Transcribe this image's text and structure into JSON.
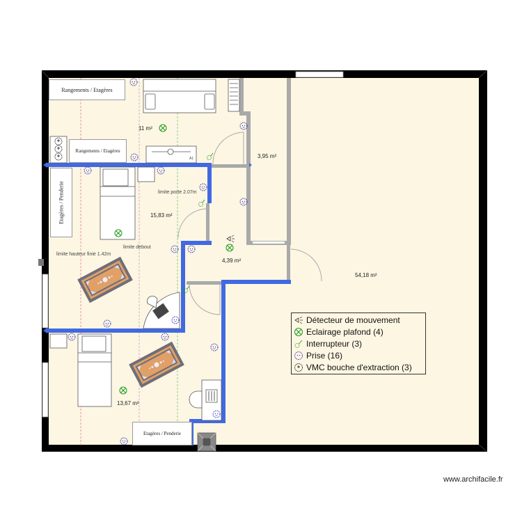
{
  "colors": {
    "floor": "#fcf6e3",
    "exterior_wall": "#000000",
    "interior_wall_blue": "#4169e1",
    "partition_gray": "#a9a9a9",
    "socket_blue": "#1e1eb4",
    "light_green": "#1e9b1e",
    "rug_orange": "#e0a068",
    "rug_border": "#6e6e78"
  },
  "rooms": [
    {
      "id": "room-11",
      "area": "11 m²"
    },
    {
      "id": "room-3-95",
      "area": "3,95 m²"
    },
    {
      "id": "room-15-83",
      "area": "15,83 m²"
    },
    {
      "id": "room-4-39",
      "area": "4,39 m²"
    },
    {
      "id": "room-54-18",
      "area": "54,18 m²"
    },
    {
      "id": "room-13-67",
      "area": "13,67 m²"
    }
  ],
  "annotations": {
    "limite_porte": "limite porte 2.07m",
    "limite_debout": "limite debout",
    "limite_hauteur": "limite hauteur finie 1.42m"
  },
  "furniture_labels": {
    "rangements_top": "Rangements / Etagères",
    "rangements_mid": "Rangements / Etagères",
    "etageres_penderie_vertical": "Etagères / Penderie",
    "etageres_penderie_bottom": "Etagères / Penderie",
    "tv_label": "A1"
  },
  "legend": {
    "items": [
      {
        "icon": "motion-detector-icon",
        "label": "Détecteur de mouvement"
      },
      {
        "icon": "ceiling-light-icon",
        "label": "Eclairage plafond (4)"
      },
      {
        "icon": "switch-icon",
        "label": "Interrupteur (3)"
      },
      {
        "icon": "socket-icon",
        "label": "Prise (16)"
      },
      {
        "icon": "vmc-extraction-icon",
        "label": "VMC bouche d'extraction (3)"
      }
    ]
  },
  "watermark": "www.archifacile.fr"
}
